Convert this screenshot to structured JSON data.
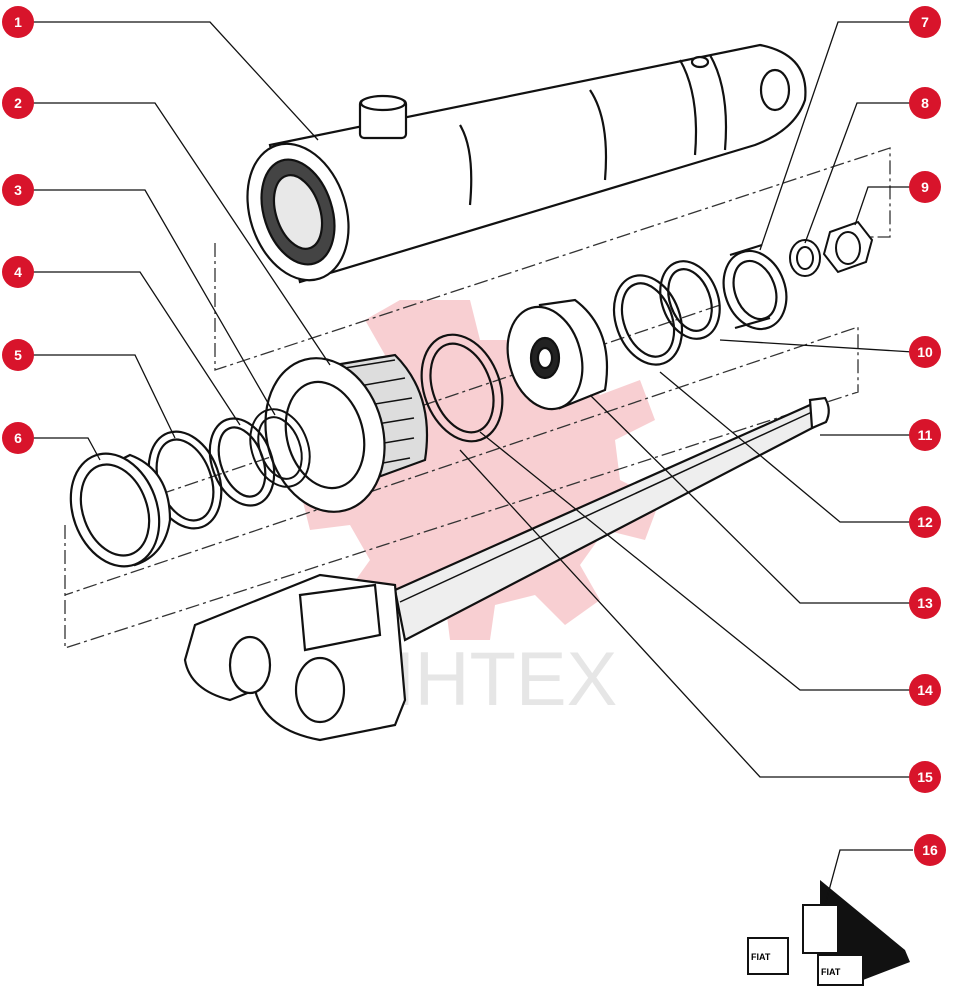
{
  "watermark": {
    "text": "ИНТЕХ",
    "color": "#f2a0a6"
  },
  "callout_color": "#d8142b",
  "callouts": [
    {
      "id": "1",
      "label": "1"
    },
    {
      "id": "2",
      "label": "2"
    },
    {
      "id": "3",
      "label": "3"
    },
    {
      "id": "4",
      "label": "4"
    },
    {
      "id": "5",
      "label": "5"
    },
    {
      "id": "6",
      "label": "6"
    },
    {
      "id": "7",
      "label": "7"
    },
    {
      "id": "8",
      "label": "8"
    },
    {
      "id": "9",
      "label": "9"
    },
    {
      "id": "10",
      "label": "10"
    },
    {
      "id": "11",
      "label": "11"
    },
    {
      "id": "12",
      "label": "12"
    },
    {
      "id": "13",
      "label": "13"
    },
    {
      "id": "14",
      "label": "14"
    },
    {
      "id": "15",
      "label": "15"
    },
    {
      "id": "16",
      "label": "16"
    }
  ],
  "kit_labels": {
    "label_a": "FIAT",
    "label_b": "FIAT"
  }
}
